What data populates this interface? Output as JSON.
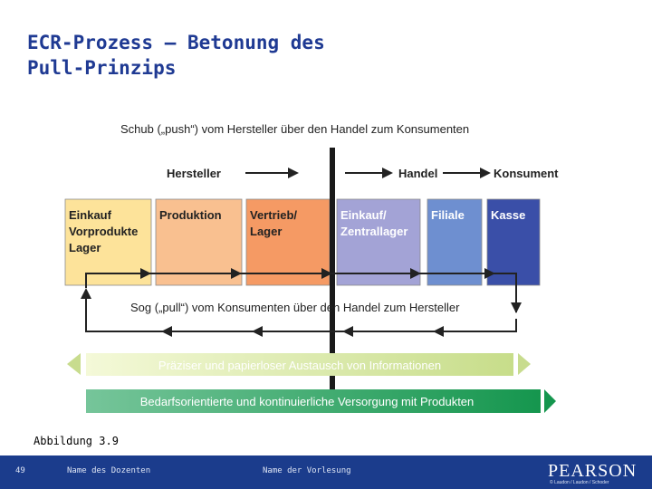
{
  "slide": {
    "title": "ECR-Prozess – Betonung des\nPull-Prinzips",
    "caption": "Abbildung 3.9"
  },
  "diagram": {
    "push_label": "Schub („push“) vom Hersteller über den Handel zum Konsumenten",
    "flow_hersteller": "Hersteller",
    "flow_handel": "Handel",
    "flow_konsument": "Konsument",
    "pull_label": "Sog („pull“) vom Konsumenten über den Handel zum Hersteller",
    "info_band": "Präziser und papierloser Austausch von Informationen",
    "supply_band": "Bedarfsorientierte und kontinuierliche Versorgung mit Produkten",
    "boxes": [
      {
        "line1": "Einkauf",
        "line2": "Vorprodukte",
        "line3": "Lager",
        "color": "#fde39a",
        "text_color": "#222222"
      },
      {
        "line1": "Produktion",
        "line2": "",
        "line3": "",
        "color": "#f9c090",
        "text_color": "#222222"
      },
      {
        "line1": "Vertrieb/",
        "line2": "Lager",
        "line3": "",
        "color": "#f59a64",
        "text_color": "#222222"
      },
      {
        "line1": "Einkauf/",
        "line2": "Zentrallager",
        "line3": "",
        "color": "#a3a3d6",
        "text_color": "#ffffff"
      },
      {
        "line1": "Filiale",
        "line2": "",
        "line3": "",
        "color": "#6e8fd0",
        "text_color": "#ffffff"
      },
      {
        "line1": "Kasse",
        "line2": "",
        "line3": "",
        "color": "#3a4fa8",
        "text_color": "#ffffff"
      }
    ],
    "colors": {
      "info_band_left": "#f4f9d8",
      "info_band_right": "#c7dd8a",
      "supply_band_left": "#76c59a",
      "supply_band_right": "#15964e"
    }
  },
  "footer": {
    "page_number": "49",
    "lecturer": "Name des Dozenten",
    "lecture": "Name der Vorlesung",
    "logo": "PEARSON",
    "copyright": "© Laudon / Laudon / Schoder"
  }
}
